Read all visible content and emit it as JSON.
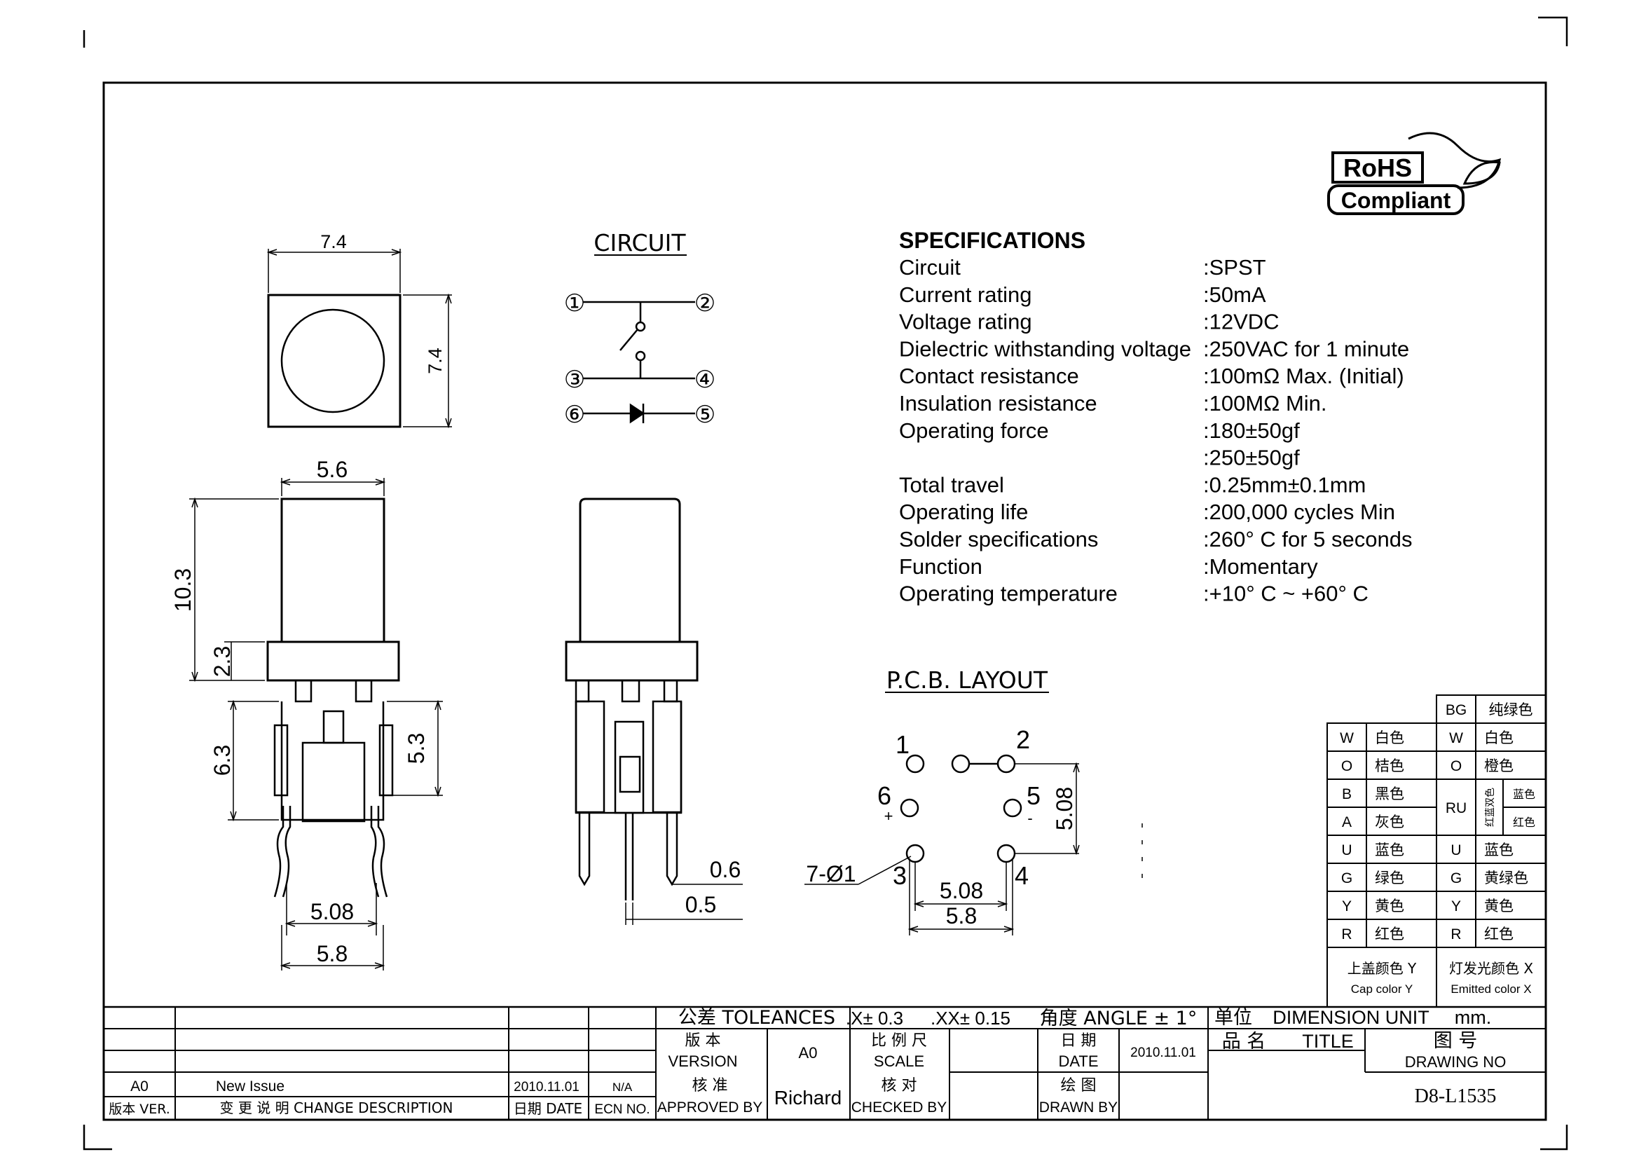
{
  "title_logo": {
    "top": "RoHS",
    "bottom": "Compliant"
  },
  "circuit": {
    "heading": "CIRCUIT",
    "pins": [
      "①",
      "②",
      "③",
      "④",
      "⑥",
      "⑤"
    ]
  },
  "dims": {
    "top_w": "7.4",
    "top_h": "7.4",
    "front_w": "5.6",
    "front_h": "10.3",
    "front_base": "2.3",
    "front_lower": "6.3",
    "front_inner": "5.3",
    "front_pitch": "5.08",
    "front_outer": "5.8",
    "side_pin1": "0.6",
    "side_pin2": "0.5"
  },
  "specs": {
    "heading": "SPECIFICATIONS",
    "rows": [
      {
        "label": "Circuit",
        "value": ":SPST"
      },
      {
        "label": "Current rating",
        "value": ":50mA"
      },
      {
        "label": "Voltage rating",
        "value": ":12VDC"
      },
      {
        "label": "Dielectric withstanding voltage",
        "value": ":250VAC for 1 minute"
      },
      {
        "label": "Contact resistance",
        "value": ":100mΩ  Max. (Initial)"
      },
      {
        "label": "Insulation resistance",
        "value": ":100MΩ  Min."
      },
      {
        "label": "Operating force",
        "value": ":180±50gf"
      },
      {
        "label": "",
        "value": ":250±50gf"
      },
      {
        "label": "Total travel",
        "value": ":0.25mm±0.1mm"
      },
      {
        "label": "Operating life",
        "value": ":200,000 cycles Min"
      },
      {
        "label": "Solder specifications",
        "value": ":260°  C for 5 seconds"
      },
      {
        "label": "Function",
        "value": ":Momentary"
      },
      {
        "label": "Operating temperature",
        "value": ":+10°  C ~ +60°  C"
      }
    ]
  },
  "pcb": {
    "heading": "P.C.B. LAYOUT",
    "n1": "1",
    "n2": "2",
    "n3": "3",
    "n4": "4",
    "n5": "5",
    "n6": "6",
    "plus": "+",
    "minus": "-",
    "hole": "7-Ø1",
    "pitch_v": "5.08",
    "pitch_h": "5.08",
    "outer": "5.8"
  },
  "colors": {
    "left": [
      {
        "code": "W",
        "name": "白色"
      },
      {
        "code": "O",
        "name": "桔色"
      },
      {
        "code": "B",
        "name": "黑色"
      },
      {
        "code": "A",
        "name": "灰色"
      },
      {
        "code": "U",
        "name": "蓝色"
      },
      {
        "code": "G",
        "name": "绿色"
      },
      {
        "code": "Y",
        "name": "黄色"
      },
      {
        "code": "R",
        "name": "红色"
      }
    ],
    "right": [
      {
        "code": "BG",
        "name": "纯绿色"
      },
      {
        "code": "W",
        "name": "白色"
      },
      {
        "code": "O",
        "name": "橙色"
      },
      {
        "code": "RU",
        "name": "",
        "sub_v": "红蓝双色",
        "sub1": "蓝色",
        "sub2": "红色"
      },
      {
        "code": "U",
        "name": "蓝色"
      },
      {
        "code": "G",
        "name": "黄绿色"
      },
      {
        "code": "Y",
        "name": "黄色"
      },
      {
        "code": "R",
        "name": "红色"
      }
    ],
    "cap_cn": "上盖颜色 Y",
    "cap_en": "Cap color Y",
    "emit_cn": "灯发光颜色 X",
    "emit_en": "Emitted color X"
  },
  "titleblock": {
    "tol_label": "公差 TOLEANCES",
    "tol1": ".X± 0.3",
    "tol2": ".XX± 0.15",
    "angle": "角度 ANGLE ± 1°",
    "unit_cn": "单位",
    "unit_en": "DIMENSION UNIT",
    "unit_val": "mm.",
    "version_cn": "版 本",
    "version_en": "VERSION",
    "version_val": "A0",
    "scale_cn": "比 例 尺",
    "scale_en": "SCALE",
    "date_cn": "日 期",
    "date_en": "DATE",
    "date_val": "2010.11.01",
    "title_cn": "品 名",
    "title_en": "TITLE",
    "dwg_cn": "图 号",
    "dwg_en": "DRAWING NO",
    "dwg_val": "D8-L1535",
    "approved_cn": "核 准",
    "approved_en": "APPROVED BY",
    "approved_val": "Richard",
    "checked_cn": "核 对",
    "checked_en": "CHECKED BY",
    "drawn_cn": "绘 图",
    "drawn_en": "DRAWN BY",
    "rev_ver": "A0",
    "rev_desc": "New Issue",
    "rev_date": "2010.11.01",
    "rev_ecn": "N/A",
    "hdr_ver": "版本 VER.",
    "hdr_desc": "变 更 说 明  CHANGE DESCRIPTION",
    "hdr_date": "日期 DATE",
    "hdr_ecn": "ECN NO."
  }
}
